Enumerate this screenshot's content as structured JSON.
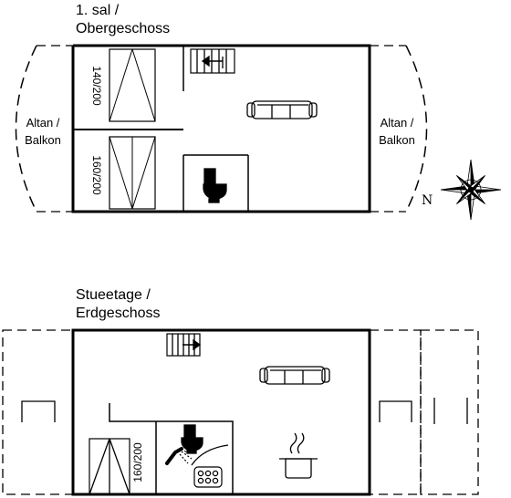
{
  "upper_floor": {
    "title_line1": "1. sal /",
    "title_line2": "Obergeschoss",
    "left_balcony": {
      "line1": "Altan /",
      "line2": "Balkon"
    },
    "right_balcony": {
      "line1": "Altan /",
      "line2": "Balkon"
    },
    "bed_top_size": "140/200",
    "bed_bottom_size": "160/200"
  },
  "ground_floor": {
    "title_line1": "Stueetage /",
    "title_line2": "Erdgeschoss",
    "bed_size": "160/200"
  },
  "compass": {
    "north_letter": "N"
  },
  "icons": [
    "stairs-icon",
    "sofa-icon",
    "toilet-icon",
    "shower-icon",
    "stove-icon",
    "pot-icon",
    "compass-icon"
  ]
}
